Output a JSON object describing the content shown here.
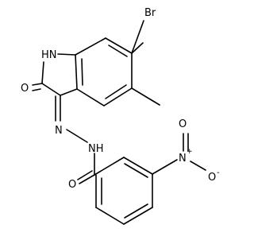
{
  "molecule": {
    "atoms": {
      "br": "Br",
      "nh_ring": "HN",
      "o_lactam": "O",
      "n_azo": "N",
      "nh_hydrazide": "NH",
      "o_amide": "O",
      "n_nitro": "N",
      "plus": "+",
      "o_nitro_1": "O",
      "o_nitro_2": "O",
      "minus": "-"
    }
  }
}
